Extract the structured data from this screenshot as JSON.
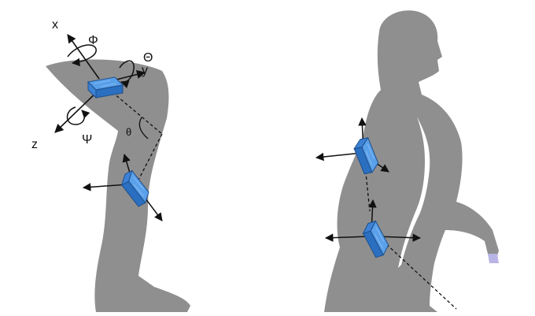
{
  "colors": {
    "body": "#8f8f8f",
    "sensor_top": "#5aa0ea",
    "sensor_side": "#2b6fc0",
    "sensor_edge": "#1e4f8c",
    "axis": "#111111",
    "background": "#ffffff"
  },
  "labels": {
    "axis_x": "x",
    "axis_y": "y",
    "axis_z": "z",
    "rot_phi": "Φ",
    "rot_theta": "Θ",
    "rot_psi": "Ψ",
    "knee_angle": "θ"
  },
  "icons": {
    "leg": "leg-silhouette-icon",
    "person": "person-silhouette-icon",
    "sensor": "imu-sensor-icon"
  }
}
